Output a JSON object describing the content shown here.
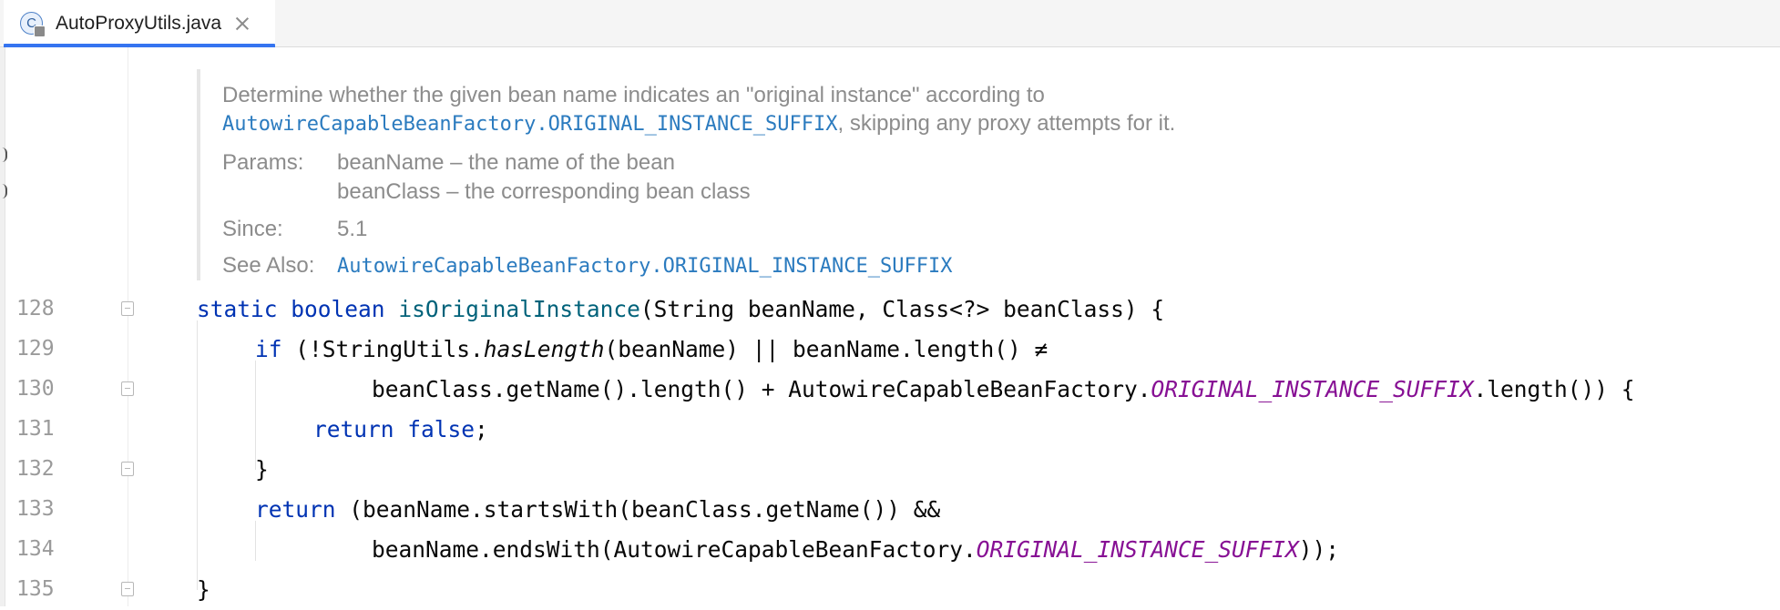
{
  "tab": {
    "file_name": "AutoProxyUtils.java",
    "icon_letter": "C"
  },
  "doc": {
    "line1": "Determine whether the given bean name indicates an \"original instance\" according to",
    "line2_link": "AutowireCapableBeanFactory.ORIGINAL_INSTANCE_SUFFIX",
    "line2_rest": ", skipping any proxy attempts for it.",
    "params_label": "Params:",
    "param1": "beanName – the name of the bean",
    "param2": "beanClass – the corresponding bean class",
    "since_label": "Since:",
    "since_value": "5.1",
    "see_also_label": "See Also:",
    "see_also_link": "AutowireCapableBeanFactory.ORIGINAL_INSTANCE_SUFFIX"
  },
  "code": {
    "line_numbers": [
      "128",
      "129",
      "130",
      "131",
      "132",
      "133",
      "134",
      "135"
    ],
    "l128": {
      "kw1": "static",
      "kw2": "boolean",
      "fn": "isOriginalInstance",
      "rest": "(String beanName, Class<?> beanClass) {"
    },
    "l129": {
      "kw": "if",
      "a": " (!StringUtils.",
      "it": "hasLength",
      "b": "(beanName) || beanName.length() ≠"
    },
    "l130": {
      "a": "beanClass.getName().length() + AutowireCapableBeanFactory.",
      "cst": "ORIGINAL_INSTANCE_SUFFIX",
      "b": ".length()) {"
    },
    "l131": {
      "kw": "return",
      "kw2": "false",
      "b": ";"
    },
    "l132": {
      "a": "}"
    },
    "l133": {
      "kw": "return",
      "a": " (beanName.startsWith(beanClass.getName()) &&"
    },
    "l134": {
      "a": "beanName.endsWith(AutowireCapableBeanFactory.",
      "cst": "ORIGINAL_INSTANCE_SUFFIX",
      "b": "));"
    },
    "l135": {
      "a": "}"
    }
  },
  "colors": {
    "keyword": "#0033b3",
    "method": "#00627a",
    "constant": "#871094",
    "doc_text": "#8c8c8c",
    "doc_link": "#2b7bbf",
    "tab_underline": "#3574f0"
  }
}
